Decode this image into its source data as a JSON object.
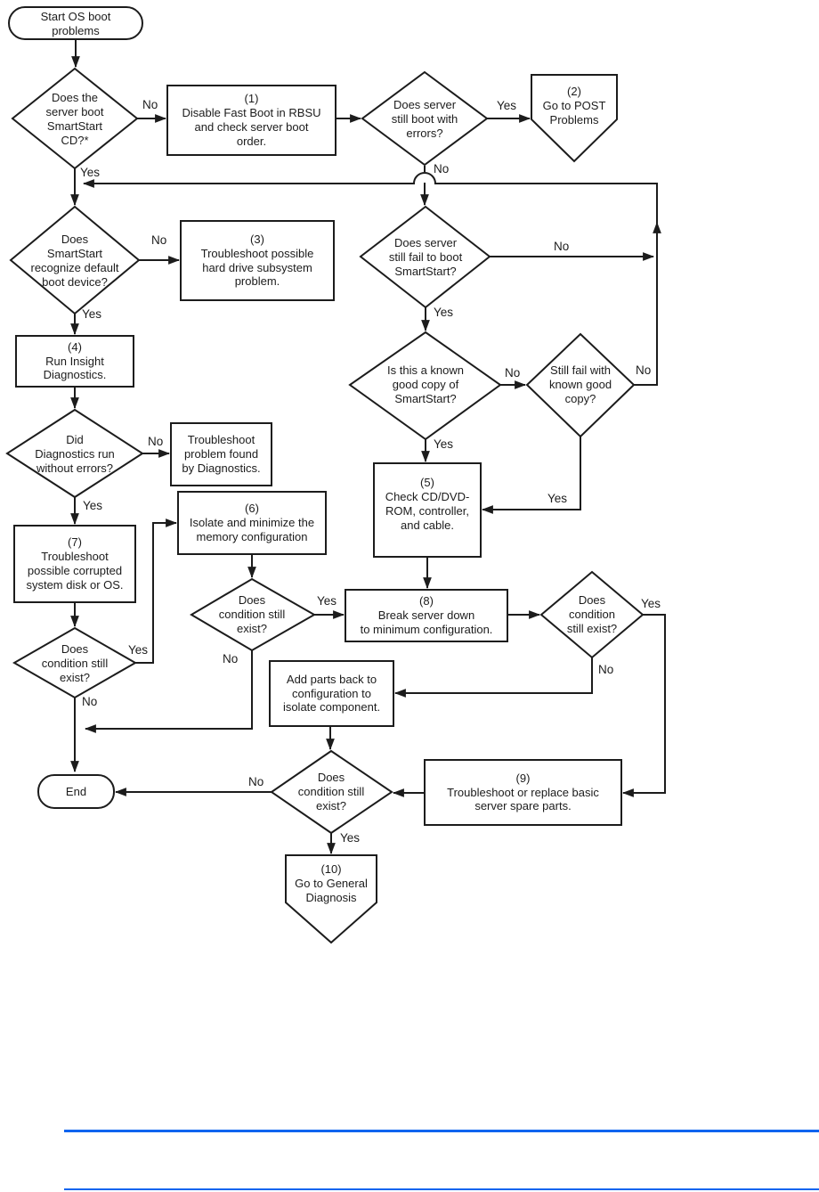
{
  "diagram": {
    "title": "OS boot problems troubleshooting flowchart",
    "labels": {
      "yes": "Yes",
      "no": "No"
    },
    "colors": {
      "line": "#1c1c1c",
      "node_fill": "#ffffff",
      "rule_blue": "#0b64ef"
    },
    "nodes": {
      "start": {
        "kind": "terminator",
        "label": "Start OS boot\nproblems"
      },
      "d1": {
        "kind": "decision",
        "label": "Does the\nserver boot\nSmartStart\nCD?*"
      },
      "b1": {
        "kind": "process",
        "label": "(1)\nDisable Fast Boot in RBSU\nand check server boot\norder."
      },
      "d2": {
        "kind": "decision",
        "label": "Does server\nstill boot with\nerrors?"
      },
      "p2": {
        "kind": "offpage",
        "label": "(2)\nGo to POST\nProblems"
      },
      "d3": {
        "kind": "decision",
        "label": "Does\nSmartStart\nrecognize default\nboot device?"
      },
      "b3": {
        "kind": "process",
        "label": "(3)\nTroubleshoot possible\nhard drive subsystem\nproblem."
      },
      "b4": {
        "kind": "process",
        "label": "(4)\nRun Insight\nDiagnostics."
      },
      "d4": {
        "kind": "decision",
        "label": "Did\nDiagnostics run\nwithout errors?"
      },
      "b5t": {
        "kind": "process",
        "label": "Troubleshoot\nproblem found\nby Diagnostics."
      },
      "d5": {
        "kind": "decision",
        "label": "Does server\nstill fail to boot\nSmartStart?"
      },
      "d6": {
        "kind": "decision",
        "label": "Is this a known\ngood copy of\nSmartStart?"
      },
      "d7": {
        "kind": "decision",
        "label": "Still fail with\nknown good\ncopy?"
      },
      "b5": {
        "kind": "process",
        "label": "(5)\nCheck CD/DVD-\nROM, controller,\nand cable."
      },
      "b6": {
        "kind": "process",
        "label": "(6)\nIsolate and minimize the\nmemory configuration"
      },
      "b7": {
        "kind": "process",
        "label": "(7)\nTroubleshoot\npossible corrupted\nsystem disk or OS."
      },
      "d8": {
        "kind": "decision",
        "label": "Does\ncondition still\nexist?"
      },
      "d9": {
        "kind": "decision",
        "label": "Does\ncondition still\nexist?"
      },
      "b8": {
        "kind": "process",
        "label": "(8)\nBreak server down\nto minimum configuration."
      },
      "d10": {
        "kind": "decision",
        "label": "Does\ncondition\nstill exist?"
      },
      "badd": {
        "kind": "process",
        "label": "Add parts back to\nconfiguration to\nisolate component."
      },
      "end": {
        "kind": "terminator",
        "label": "End"
      },
      "d11": {
        "kind": "decision",
        "label": "Does\ncondition still\nexist?"
      },
      "b9": {
        "kind": "process",
        "label": "(9)\nTroubleshoot or replace basic\nserver spare parts."
      },
      "p10": {
        "kind": "offpage",
        "label": "(10)\nGo to General\nDiagnosis"
      }
    }
  }
}
